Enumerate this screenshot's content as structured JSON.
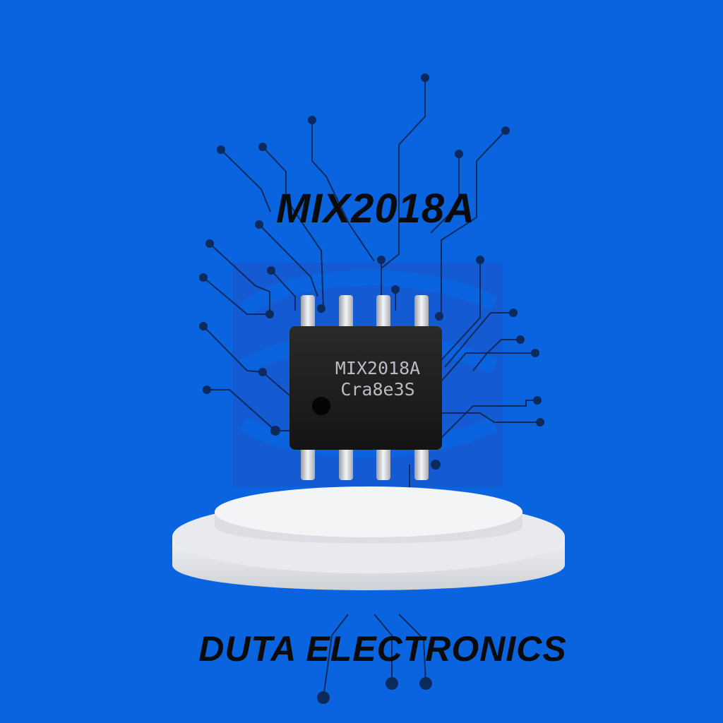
{
  "product": {
    "title": "MIX2018A",
    "chip_marking_line1": "MIX2018A",
    "chip_marking_line2": "Cra8e3S"
  },
  "brand": {
    "name": "DUTA ELECTRONICS"
  },
  "colors": {
    "background": "#0a64e0",
    "chip_body": "#1a1a1a",
    "trace": "#0d2a5c",
    "pedestal": "#e6e7eb"
  }
}
